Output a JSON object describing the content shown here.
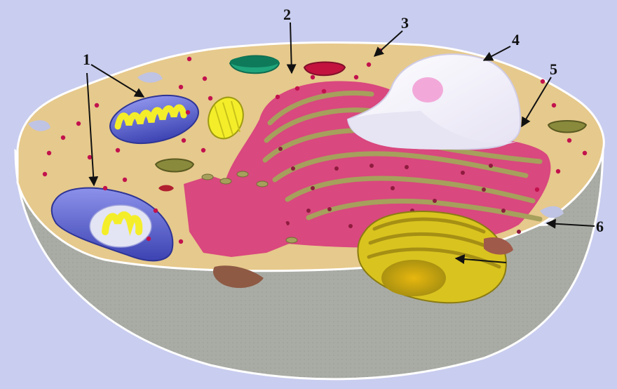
{
  "colors": {
    "background": "#C9CDEF",
    "cytoplasm": "#E6C98C",
    "membrane_shell": "#A9ACA5",
    "er_pink": "#D9487E",
    "er_green": "#A6A05C",
    "nucleus": "#F3EFFA",
    "nucleolus": "#F2A9DA",
    "mitochondria_blue": "#4E55C8",
    "mitochondria_yellow": "#F4EE2A",
    "golgi_yellow": "#D9C31F",
    "vesicle_green": "#1FA57B",
    "vesicle_red": "#C2123D",
    "ribosome_dot": "#C2124D"
  },
  "callouts": [
    {
      "label": "1",
      "structure": "mitochondrion"
    },
    {
      "label": "2",
      "structure": "cytoplasm"
    },
    {
      "label": "3",
      "structure": "ribosome"
    },
    {
      "label": "4",
      "structure": "nucleus"
    },
    {
      "label": "5",
      "structure": "rough-er"
    },
    {
      "label": "6",
      "structure": "cell-membrane"
    }
  ]
}
